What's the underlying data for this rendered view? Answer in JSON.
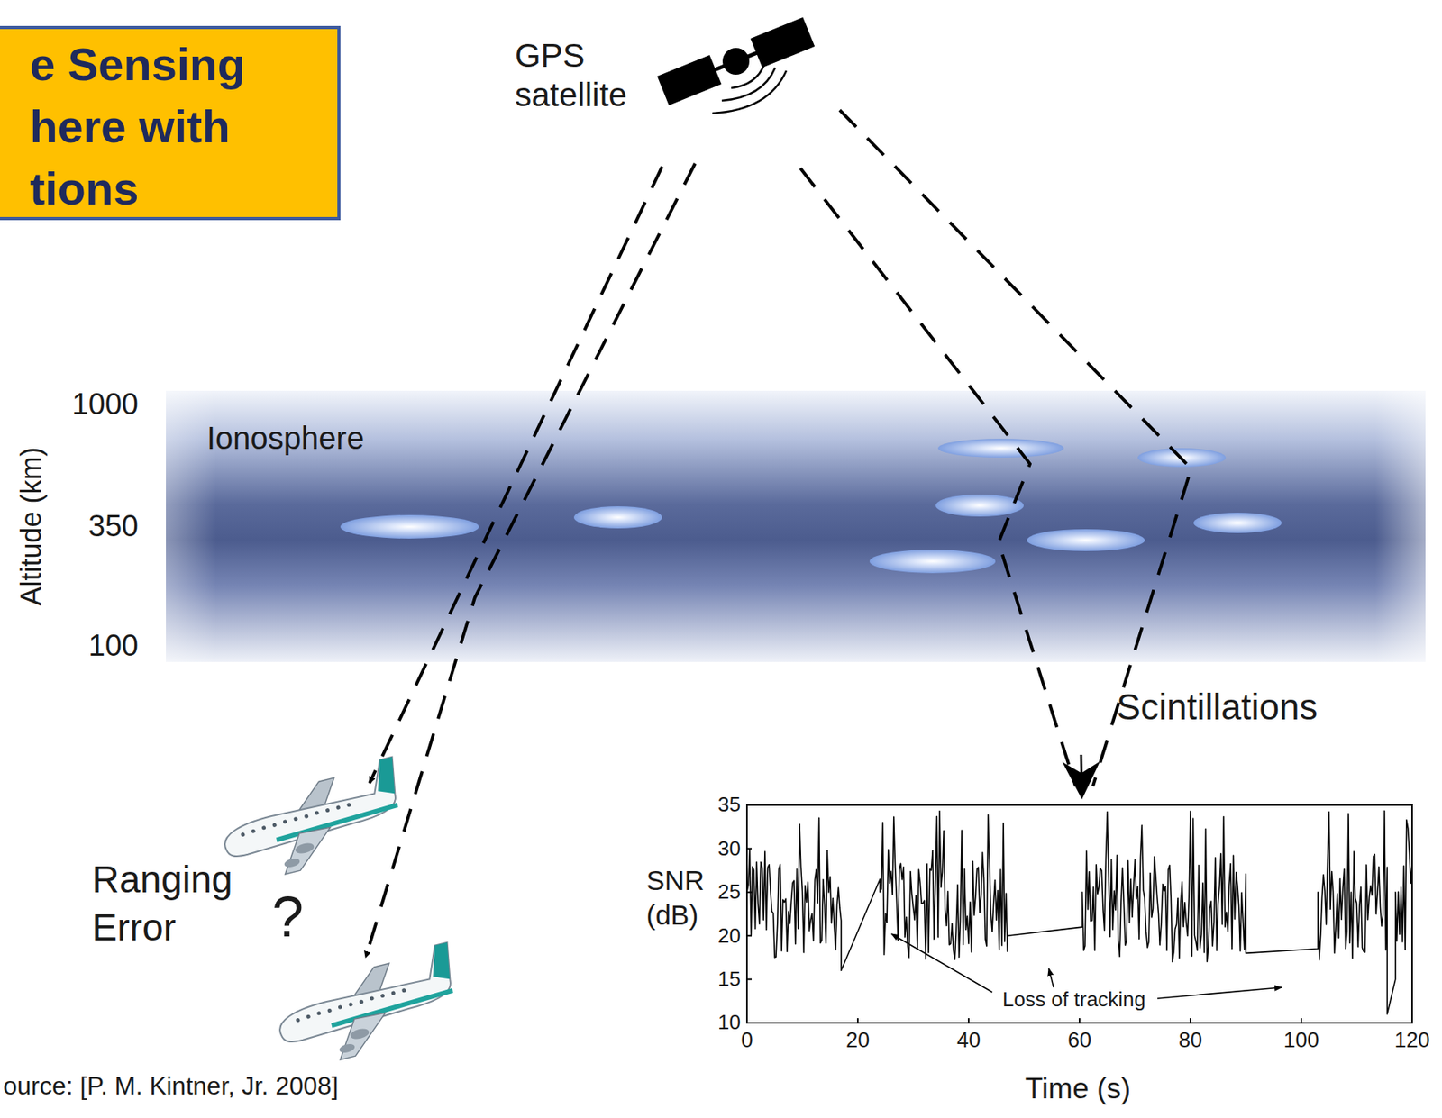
{
  "diagram": {
    "nodes": [
      {
        "text": [
          "e Sensing here with tions"
        ]
      },
      {
        "text": [
          "Ionosphere"
        ]
      }
    ],
    "labels": [
      "GPS satellite",
      "1000",
      "350",
      "100",
      "Altitude (km)",
      "Ranging Error",
      "?",
      "Scintillations",
      "SNR (dB)",
      "35",
      "30",
      "25",
      "20",
      "15",
      "10",
      "0",
      "20",
      "40",
      "60",
      "80",
      "100",
      "120",
      "Loss of tracking",
      "Time (s)",
      "ource: [P. M. Kintner, Jr. 2008]"
    ]
  }
}
